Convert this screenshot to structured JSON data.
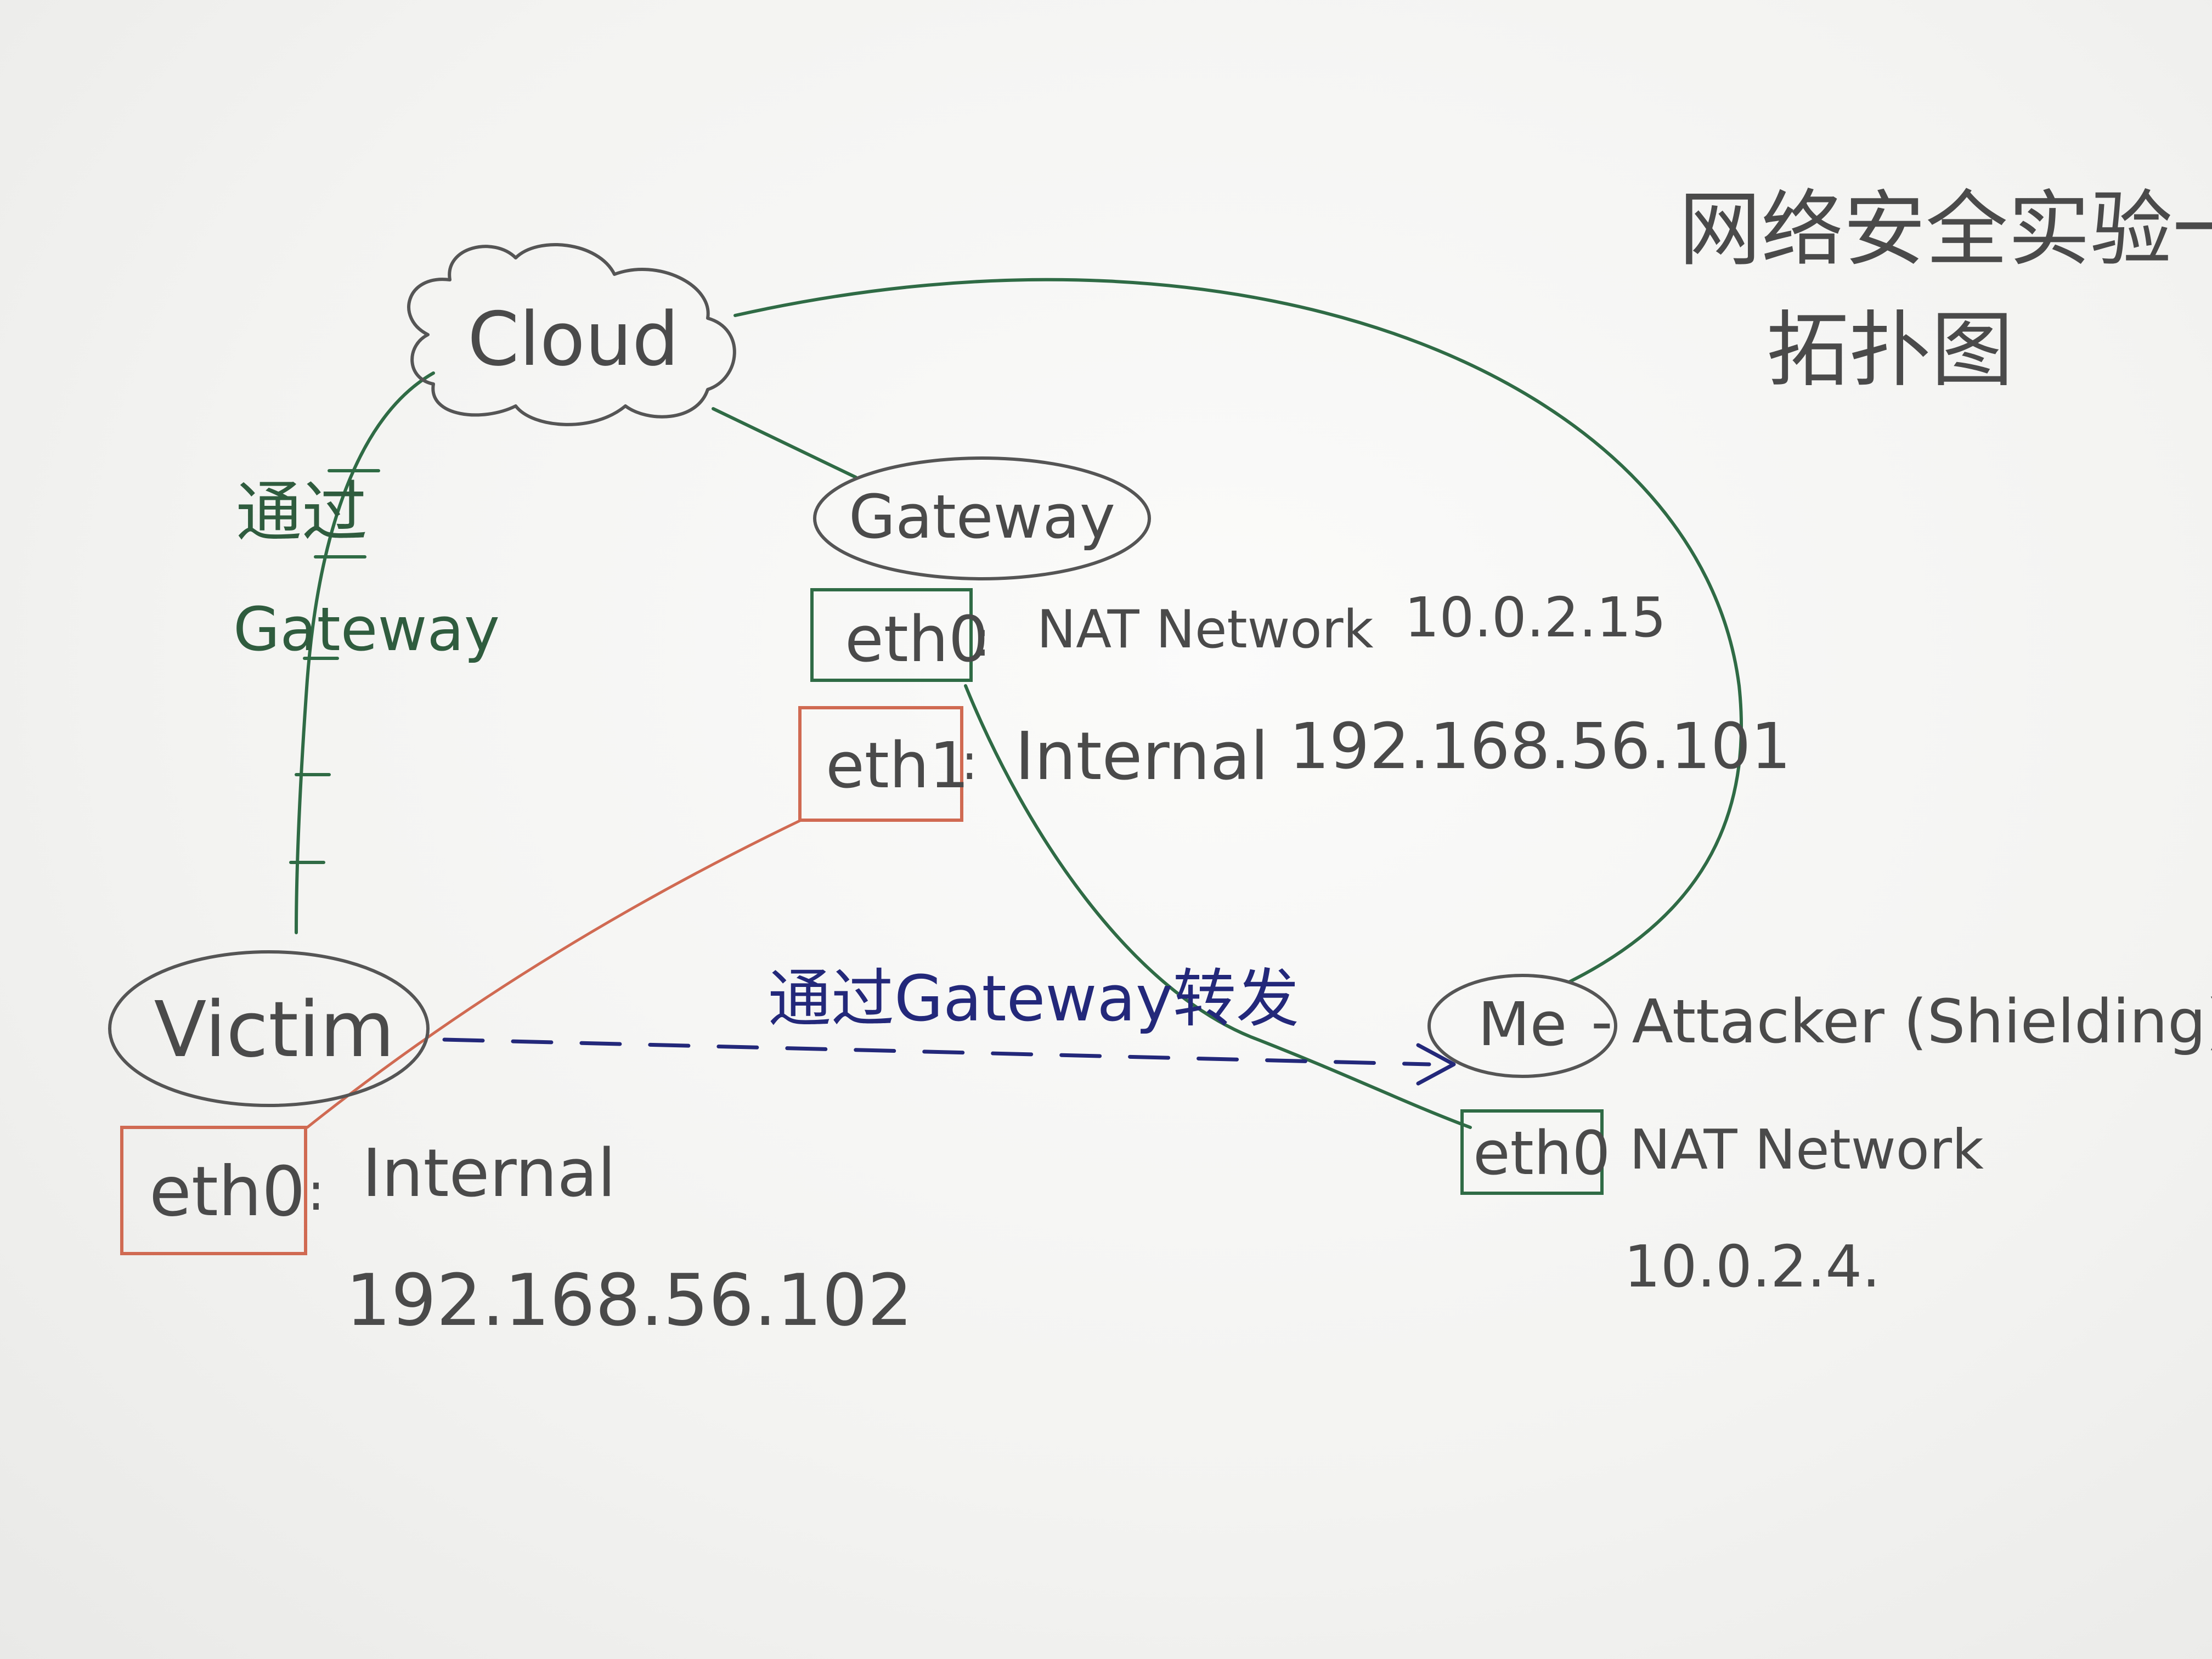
{
  "title": {
    "line1": "网络安全实验一",
    "line2": "拓扑图"
  },
  "nodes": {
    "cloud": "Cloud",
    "gateway": "Gateway",
    "victim": "Victim",
    "me": "Me"
  },
  "attacker_label": "- Attacker (Shielding)",
  "gateway_interfaces": {
    "eth0": {
      "name": "eth0",
      "separator": ":",
      "network": "NAT Network",
      "ip": "10.0.2.15",
      "color": "#2f6b45"
    },
    "eth1": {
      "name": "eth1",
      "separator": ":",
      "network": "Internal",
      "ip": "192.168.56.101",
      "color": "#d06a52"
    }
  },
  "victim_interface": {
    "name": "eth0",
    "separator": ":",
    "network": "Internal",
    "ip": "192.168.56.102",
    "color": "#d06a52"
  },
  "me_interface": {
    "name": "eth0",
    "network": "NAT Network",
    "ip": "10.0.2.4.",
    "color": "#2f6b45"
  },
  "links": {
    "victim_cloud_line1": "通过",
    "victim_cloud_line2": "Gateway",
    "victim_me": "通过Gateway转发"
  },
  "colors": {
    "pencil": "#4a4a4a",
    "green_ink": "#2f6b45",
    "orange_ink": "#d06a52",
    "blue_ink": "#23287a"
  }
}
